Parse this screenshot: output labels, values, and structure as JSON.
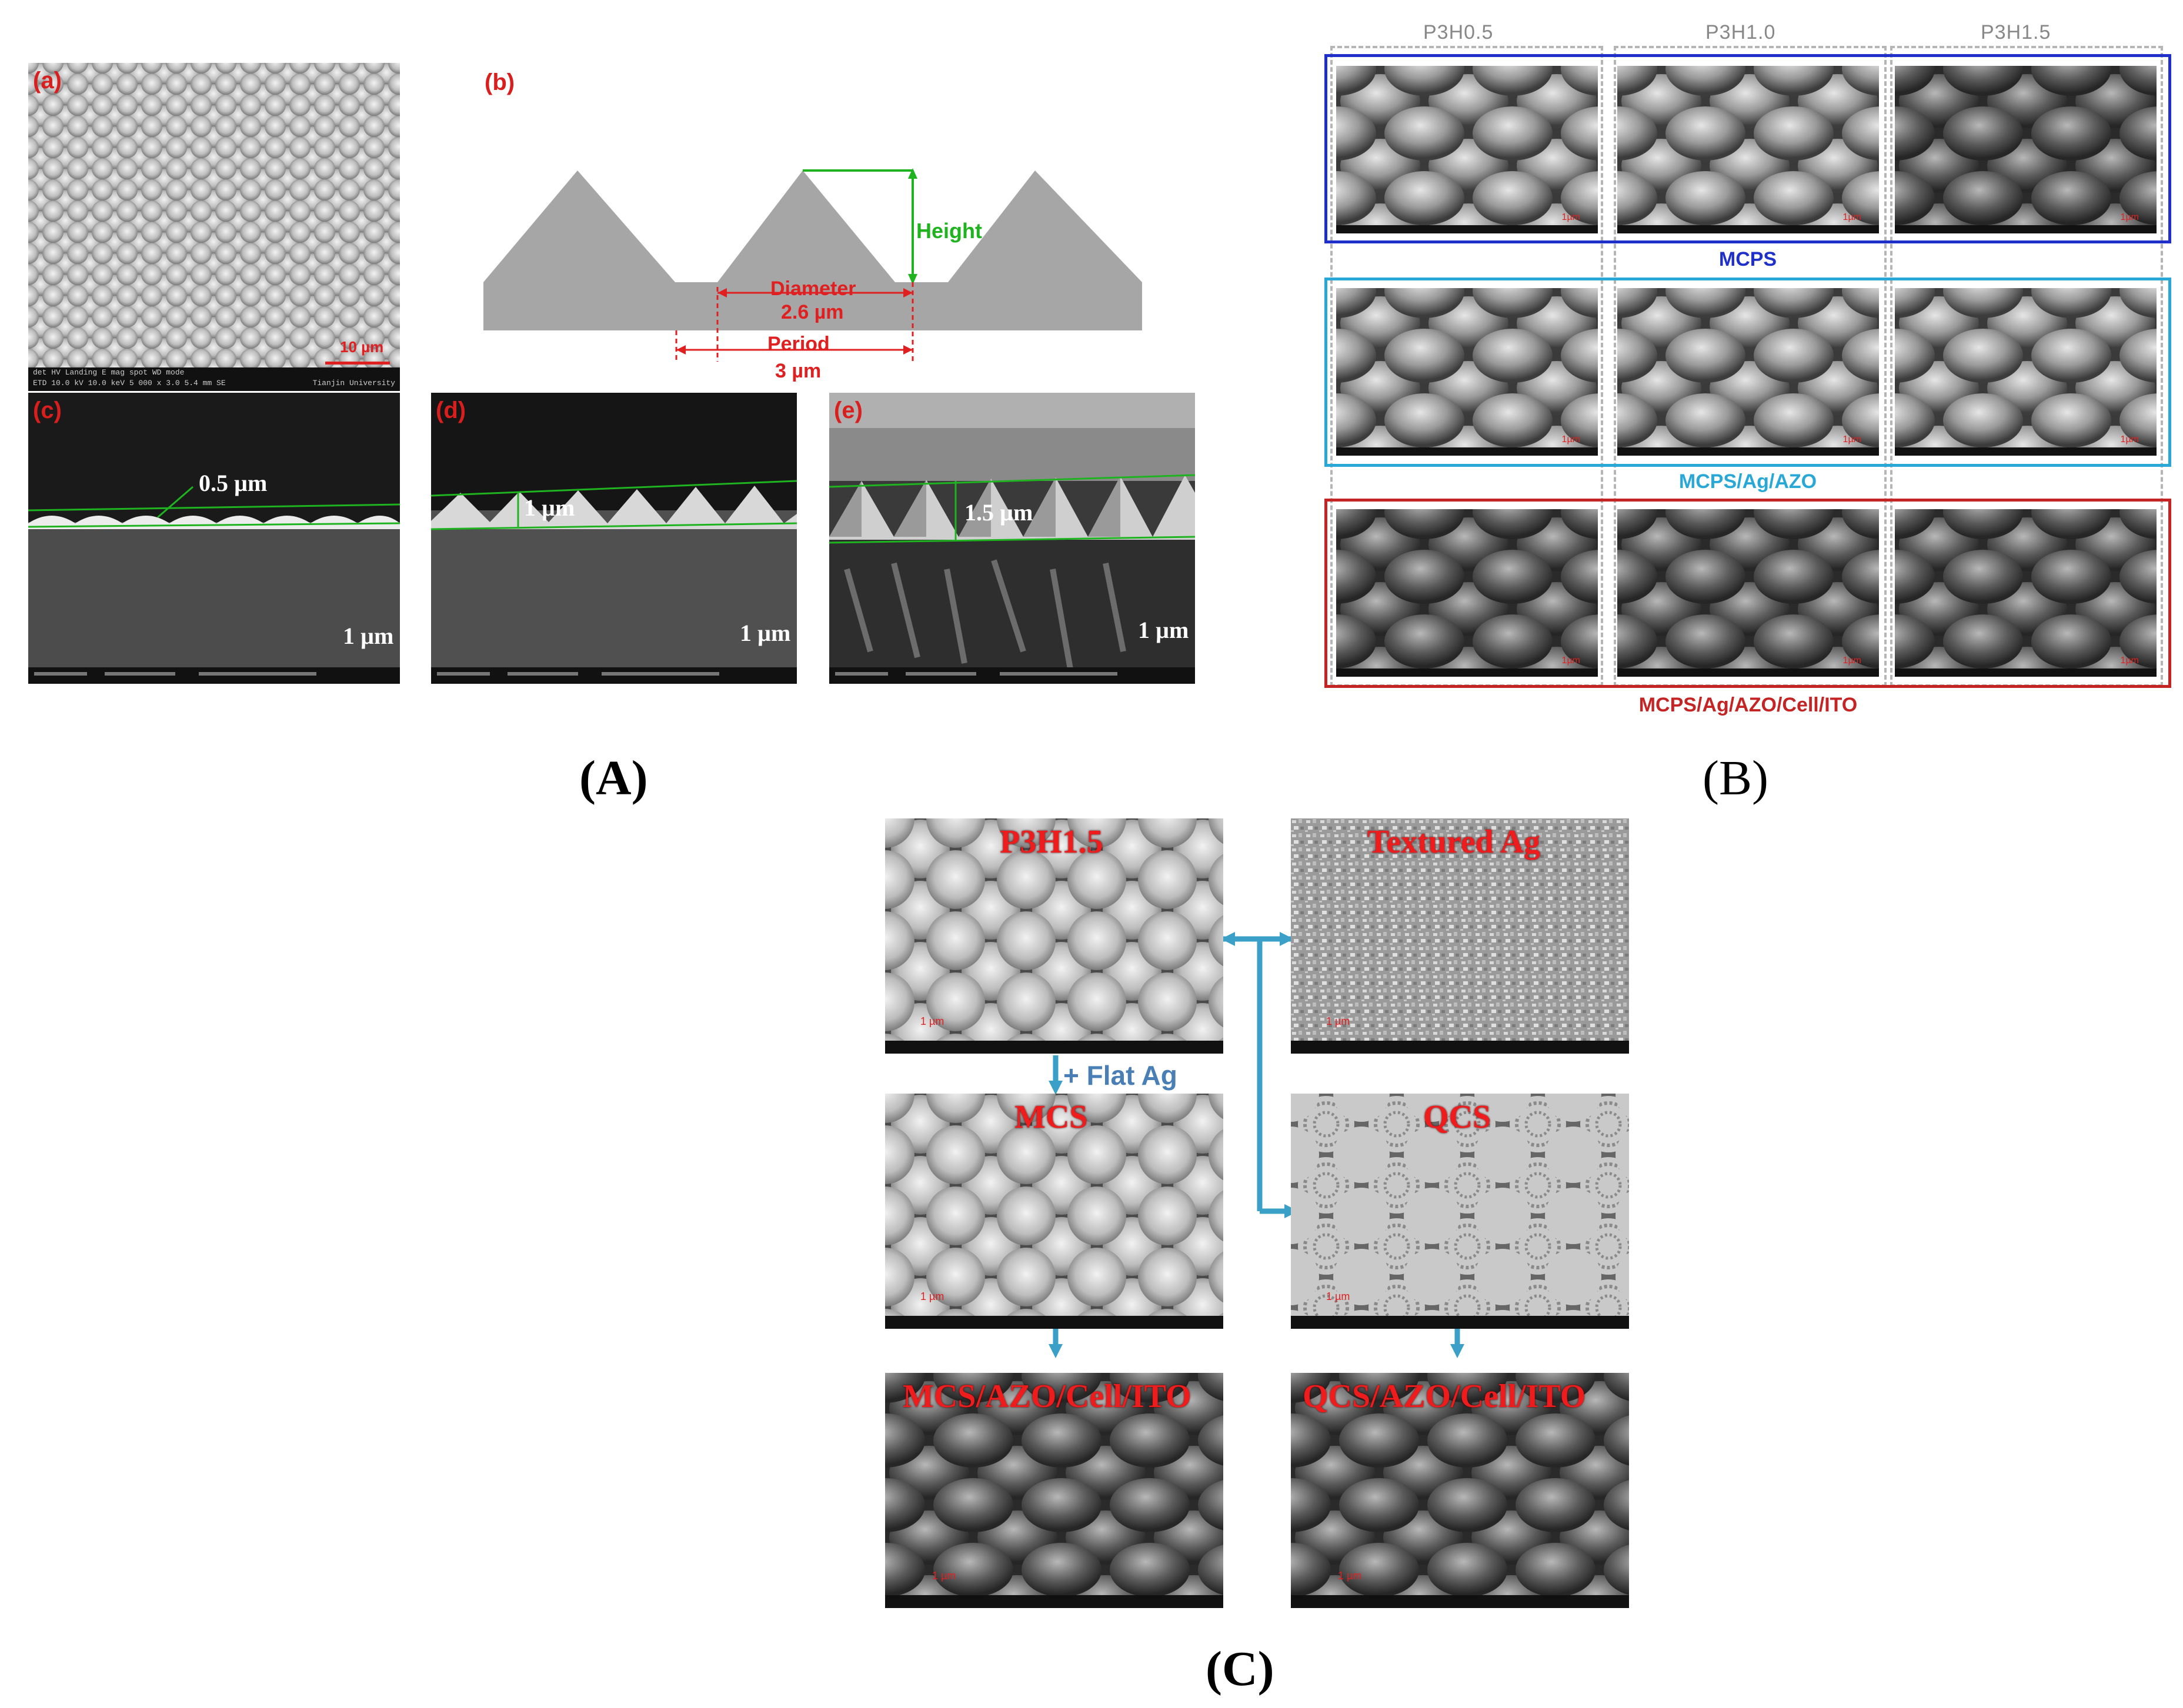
{
  "panelA": {
    "caption": "(A)",
    "sub_a": {
      "tag": "(a)",
      "scale": "10 µm",
      "databar": "det HV Landing E mag spot WD mode",
      "databar2": "ETD 10.0 kV 10.0 keV 5 000 x 3.0 5.4 mm SE",
      "institution": "Tianjin University"
    },
    "sub_b": {
      "tag": "(b)",
      "height_label": "Height",
      "diameter_label": "Diameter",
      "diameter_value": "2.6 µm",
      "period_label": "Period",
      "period_value": "3 µm"
    },
    "sub_c": {
      "tag": "(c)",
      "height": "0.5 µm",
      "scale": "1 µm"
    },
    "sub_d": {
      "tag": "(d)",
      "height": "1 µm",
      "scale": "1 µm"
    },
    "sub_e": {
      "tag": "(e)",
      "height": "1.5 µm",
      "scale": "1 µm"
    }
  },
  "panelB": {
    "caption": "(B)",
    "columns": [
      "P3H0.5",
      "P3H1.0",
      "P3H1.5"
    ],
    "rows": [
      {
        "label": "MCPS",
        "color": "#1f2fc9"
      },
      {
        "label": "MCPS/Ag/AZO",
        "color": "#29a8d8"
      },
      {
        "label": "MCPS/Ag/AZO/Cell/ITO",
        "color": "#c42424"
      }
    ],
    "scale": "1µm"
  },
  "panelC": {
    "caption": "(C)",
    "images": [
      {
        "label": "P3H1.5",
        "scale": "1 µm"
      },
      {
        "label": "Textured Ag",
        "scale": "1 µm"
      },
      {
        "label": "MCS",
        "scale": "1 µm"
      },
      {
        "label": "QCS",
        "scale": "1 µm"
      },
      {
        "label": "MCS/AZO/Cell/ITO",
        "scale": "1 µm"
      },
      {
        "label": "QCS/AZO/Cell/ITO",
        "scale": "1 µm"
      }
    ],
    "arrow_label": "+ Flat Ag",
    "arrow_color": "#3aa0c8"
  }
}
